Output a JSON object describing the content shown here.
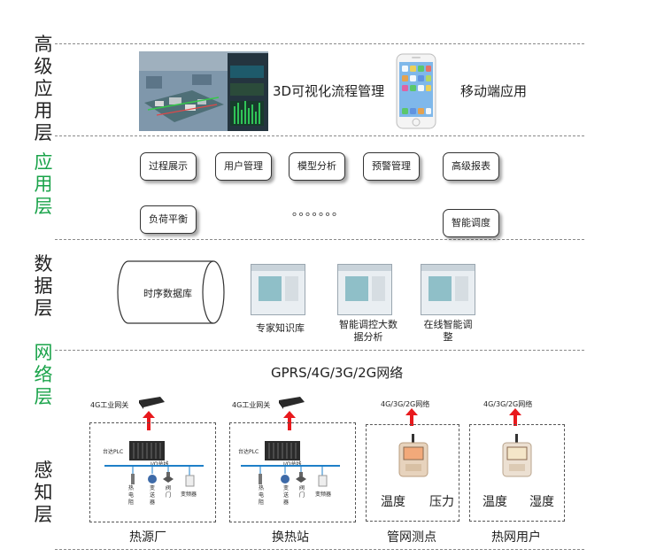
{
  "layers": {
    "advanced": "高\n级\n应\n用\n层",
    "application": "应\n用\n层",
    "data": "数\n据\n层",
    "network": "网\n络\n层",
    "sensing": "感\n知\n层"
  },
  "advanced_apps": {
    "viz": "3D可视化流程管理",
    "mobile": "移动端应用"
  },
  "app_modules": [
    "过程展示",
    "用户管理",
    "模型分析",
    "预警管理",
    "高级报表",
    "负荷平衡",
    "智能调度"
  ],
  "app_ellipsis": "。。。。。。。",
  "data_layer": {
    "db": "时序数据库",
    "kb": "专家知识库",
    "bigdata": "智能调控大数\n据分析",
    "online": "在线智能调\n整"
  },
  "network_label": "GPRS/4G/3G/2G网络",
  "gateways": {
    "gw_4g_1": "4G工业网关",
    "gw_4g_2": "4G工业网关",
    "gw_net_1": "4G/3G/2G网络",
    "gw_net_2": "4G/3G/2G网络"
  },
  "site_details": {
    "plc": "台达PLC",
    "bus": "I/O总线",
    "sensor1": "热\n电\n阻",
    "sensor2": "变\n送\n器",
    "sensor3": "阀\n门",
    "sensor4": "变频器"
  },
  "meters": {
    "temp1": "温度",
    "pressure": "压力",
    "temp2": "温度",
    "humidity": "湿度"
  },
  "sites": [
    "热源厂",
    "换热站",
    "管网测点",
    "热网用户"
  ],
  "colors": {
    "green": "#1aa34a",
    "arrow": "#e8191d",
    "bus": "#1e7fc8"
  }
}
